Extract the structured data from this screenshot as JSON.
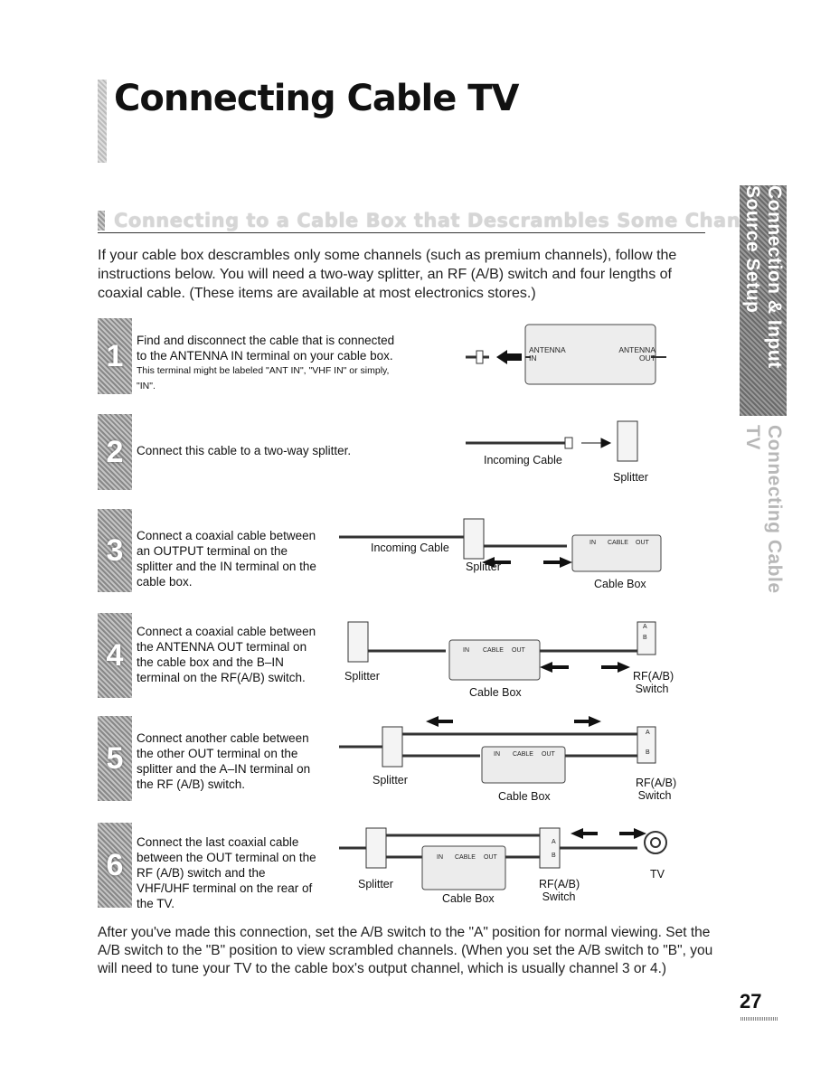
{
  "title": "Connecting Cable TV",
  "subtitle": "Connecting to a Cable Box that Descrambles Some Channels",
  "intro": "If your cable box descrambles only some channels (such as premium channels), follow the instructions below. You will need a two-way splitter, an RF (A/B) switch and four lengths of coaxial cable. (These items are available at most electronics stores.)",
  "steps": [
    {
      "number": "1",
      "text": "Find and disconnect the cable that is connected to the ANTENNA IN terminal on your cable box.",
      "note": "This terminal might be labeled \"ANT IN\", \"VHF IN\" or simply, \"IN\"."
    },
    {
      "number": "2",
      "text": "Connect this cable to a two-way splitter."
    },
    {
      "number": "3",
      "text": "Connect a coaxial cable between an OUTPUT terminal on the splitter and the IN terminal on the cable box."
    },
    {
      "number": "4",
      "text": "Connect a coaxial cable between the ANTENNA OUT terminal on the cable box and the B–IN terminal on the RF(A/B) switch."
    },
    {
      "number": "5",
      "text": "Connect another cable between the other OUT terminal on the splitter and the A–IN terminal on the RF (A/B) switch."
    },
    {
      "number": "6",
      "text": "Connect the last coaxial cable between the OUT terminal on the RF (A/B) switch and the VHF/UHF terminal on the rear of the TV."
    }
  ],
  "diagram_labels": {
    "antenna_in": "ANTENNA IN",
    "antenna_out": "ANTENNA OUT",
    "incoming_cable": "Incoming Cable",
    "splitter": "Splitter",
    "cable_box": "Cable Box",
    "rf_switch": "RF(A/B) Switch",
    "tv": "TV",
    "in": "IN",
    "cable": "CABLE",
    "out": "OUT",
    "a": "A",
    "b": "B"
  },
  "outro": "After you've made this connection, set the A/B switch to the \"A\" position for normal viewing. Set the A/B switch to the \"B\" position to view scrambled channels. (When you set the A/B switch to \"B\", you will need to tune your TV to the cable box's output channel, which is usually channel 3 or 4.)",
  "side_tab": "Connection & Input Source Setup",
  "side_subtitle": "Connecting Cable TV",
  "page_number": "27"
}
